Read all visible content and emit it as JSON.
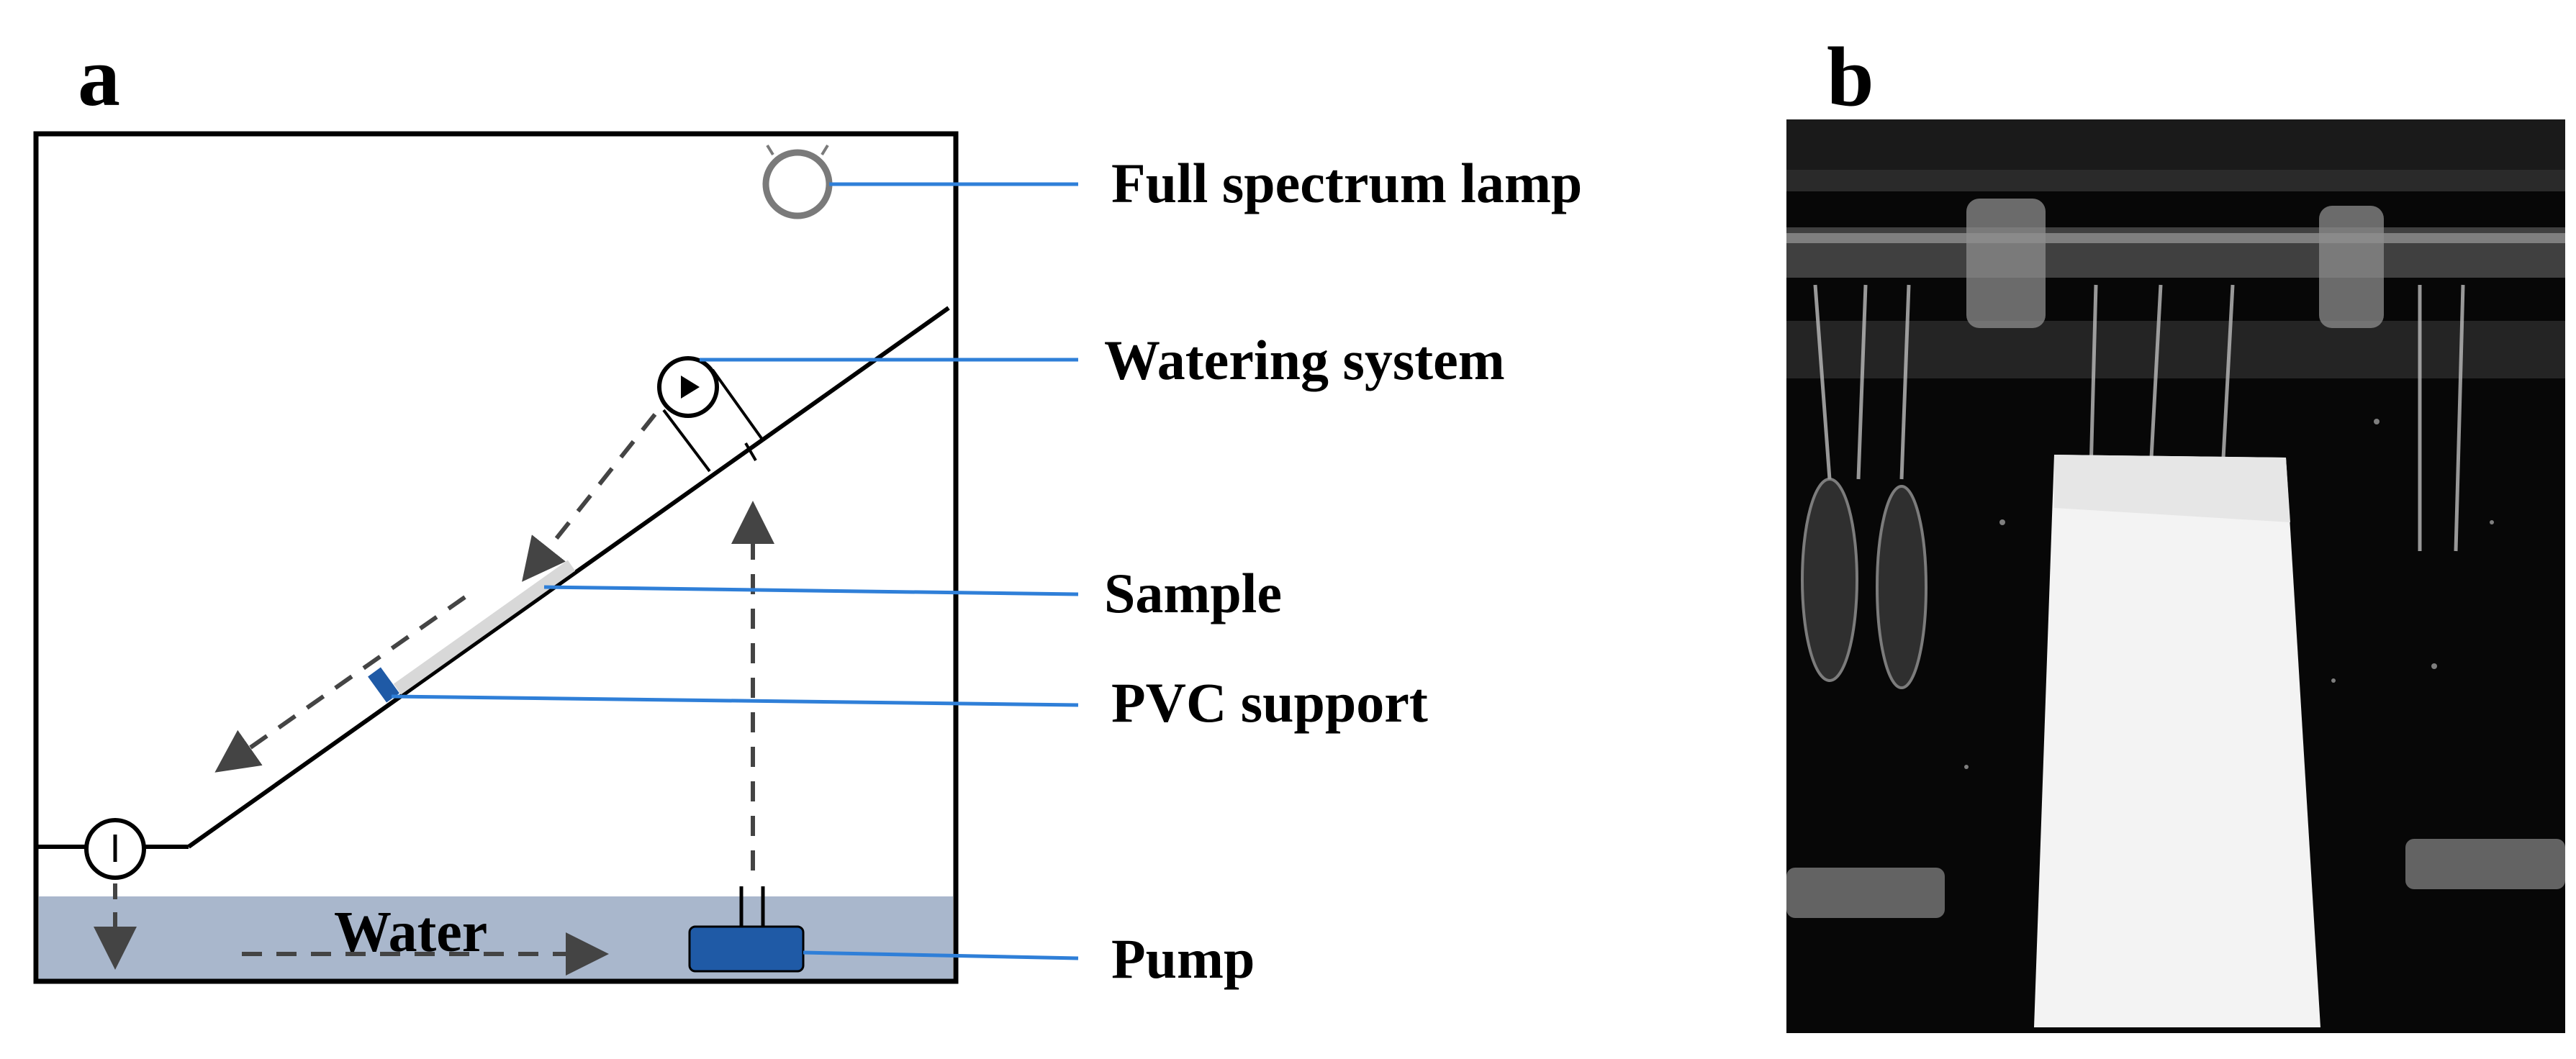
{
  "panels": {
    "a": "a",
    "b": "b"
  },
  "labels": {
    "lamp": "Full spectrum lamp",
    "watering": "Watering system",
    "sample": "Sample",
    "pvc": "PVC support",
    "pump": "Pump",
    "water": "Water"
  },
  "colors": {
    "callout_line": "#2f7fd8",
    "water_fill": "#a9b7cc",
    "pump_fill": "#1f5aa6",
    "pvc_fill": "#1f5aa6",
    "sample_fill": "#d8d8d8",
    "lamp_stroke": "#7a7a7a",
    "arrow_dash": "#444444"
  }
}
